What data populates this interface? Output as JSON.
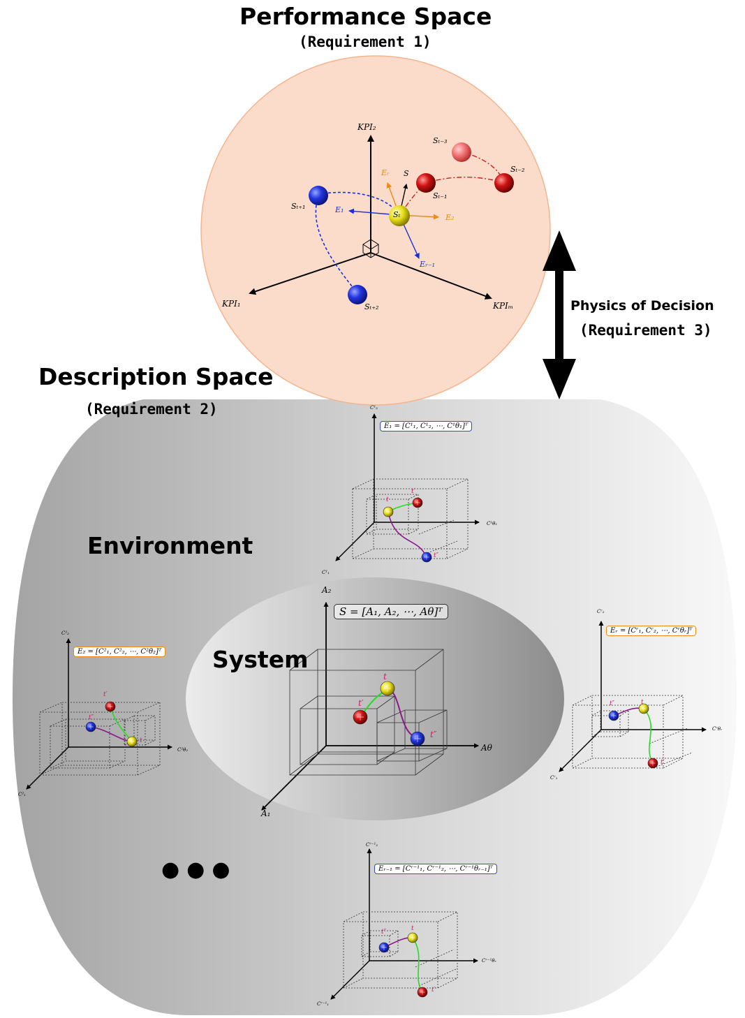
{
  "colors": {
    "performance_fill": "#fbdccb",
    "performance_stroke": "#f3b48e",
    "description_fill_dark": "#a8a8a8",
    "description_fill_light": "#f7f7f7",
    "system_fill_dark": "#8a8a8a",
    "system_fill_light": "#e6e6e6",
    "blue_state": "#1a2fd6",
    "red_state": "#cc1010",
    "yellow_state": "#e8e020",
    "orange_vector": "#f08a10",
    "blue_vector": "#1a2fd6",
    "green_path": "#22dd22",
    "purple_path": "#8a1a8a",
    "magenta_label": "#d0186a",
    "eq_box_blue": "#3a48c8",
    "eq_box_orange": "#f08a10"
  },
  "titles": {
    "performance_space": "Performance Space",
    "performance_req": "(Requirement 1)",
    "description_space": "Description Space",
    "description_req": "(Requirement 2)",
    "physics": "Physics of Decision",
    "physics_req": "(Requirement 3)",
    "environment": "Environment",
    "system": "System",
    "ellipsis": "● ● ●"
  },
  "performance": {
    "axes": {
      "kpi2": "KPI₂",
      "kpi1": "KPI₁",
      "kpim": "KPIₘ"
    },
    "states": {
      "st": "Sₜ",
      "st1": "Sₜ₋₁",
      "st2": "Sₜ₋₂",
      "st3": "Sₜ₋₃",
      "stp1": "Sₜ₊₁",
      "stp2": "Sₜ₊₂"
    },
    "vectors": {
      "s": "S",
      "er": "Eᵣ",
      "e1": "E₁",
      "e2": "E₂",
      "er1": "Eᵣ₋₁"
    }
  },
  "env_top": {
    "eq": "E₁ = [C¹₁, C¹₂, ⋯, C¹θ₁]ᵀ",
    "ax_up": "C¹₂",
    "ax_right": "C¹θ₁",
    "ax_down": "C¹₁",
    "t": "t",
    "tp": "t′",
    "tpp": "t″"
  },
  "env_left": {
    "eq": "E₂ = [C²₁, C²₂, ⋯, C²θ₂]ᵀ",
    "ax_up": "C²₂",
    "ax_right": "C²θ₂",
    "ax_down": "C²₁",
    "t": "t",
    "tp": "t′",
    "tpp": "t″"
  },
  "env_right": {
    "eq": "Eᵣ = [Cʳ₁, Cʳ₂, ⋯, Cʳθᵣ]ᵀ",
    "ax_up": "Cʳ₂",
    "ax_right": "Cʳθᵣ",
    "ax_down": "Cʳ₁",
    "t": "t",
    "tp": "t′",
    "tpp": "t″"
  },
  "env_bottom": {
    "eq": "Eᵣ₋₁ = [Cʳ⁻¹₁, Cʳ⁻¹₂, ⋯, Cʳ⁻¹θᵣ₋₁]ᵀ",
    "ax_up": "Cʳ⁻¹₂",
    "ax_right": "Cʳ⁻¹θᵣ",
    "ax_down": "Cʳ⁻¹₁",
    "t": "t",
    "tp": "t′",
    "tpp": "t″"
  },
  "system": {
    "eq": "S = [A₁, A₂, ⋯, Aθ]ᵀ",
    "ax_up": "A₂",
    "ax_right": "Aθ",
    "ax_down": "A₁",
    "t": "t",
    "tp": "t′",
    "tpp": "t″"
  }
}
